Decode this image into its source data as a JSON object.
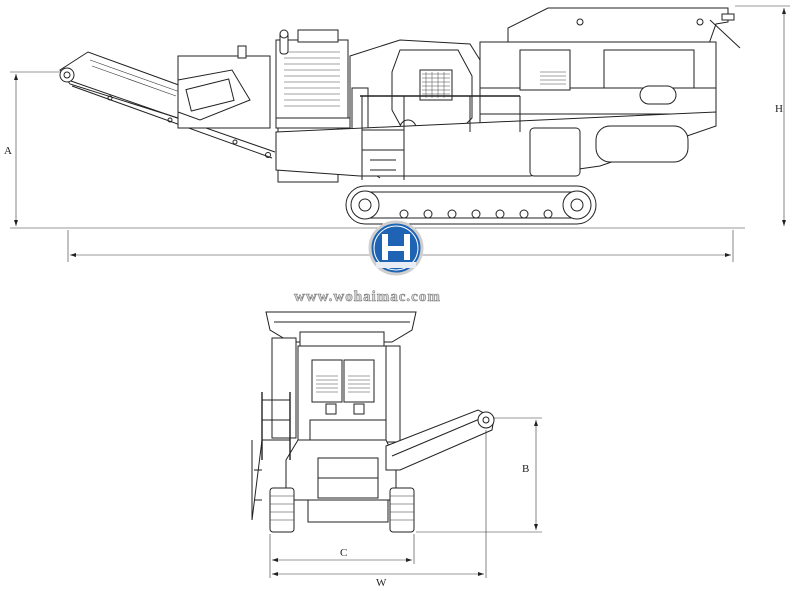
{
  "dimensions": {
    "a_label": "A",
    "h_label": "H",
    "b_label": "B",
    "c_label": "C",
    "w_label": "W"
  },
  "watermark": {
    "text": "www.wohaimac.com",
    "logo": "wohai-logo"
  }
}
